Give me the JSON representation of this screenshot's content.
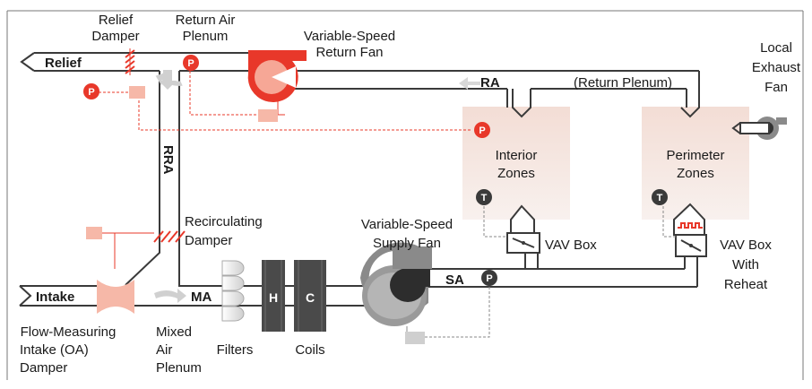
{
  "labels": {
    "relief_damper": [
      "Relief",
      "Damper"
    ],
    "return_air_plenum": [
      "Return Air",
      "Plenum"
    ],
    "return_fan": [
      "Variable-Speed",
      "Return Fan"
    ],
    "local_exhaust_fan": [
      "Local",
      "Exhaust",
      "Fan"
    ],
    "relief": "Relief",
    "ra": "RA",
    "return_plenum": "(Return Plenum)",
    "rra": "RRA",
    "interior_zones": [
      "Interior",
      "Zones"
    ],
    "perimeter_zones": [
      "Perimeter",
      "Zones"
    ],
    "recirculating_damper": [
      "Recirculating",
      "Damper"
    ],
    "supply_fan": [
      "Variable-Speed",
      "Supply Fan"
    ],
    "vav_box": "VAV Box",
    "vav_box_reheat": [
      "VAV Box",
      "With",
      "Reheat"
    ],
    "intake": "Intake",
    "ma": "MA",
    "sa": "SA",
    "heating_coil": "H",
    "cooling_coil": "C",
    "flow_measuring_damper": [
      "Flow-Measuring",
      "Intake (OA)",
      "Damper"
    ],
    "mixed_air_plenum": [
      "Mixed",
      "Air",
      "Plenum"
    ],
    "filters": "Filters",
    "coils": "Coils"
  },
  "sensors": {
    "pressure": "P",
    "thermostat": "T"
  },
  "colors": {
    "duct": "#3a3a3a",
    "accent": "#e8382a",
    "accent_light": "#f6a796",
    "zone_fill": "#f4e7e2",
    "fan_gray": "#8a8a8a",
    "coil_dark": "#4a4a4a"
  }
}
